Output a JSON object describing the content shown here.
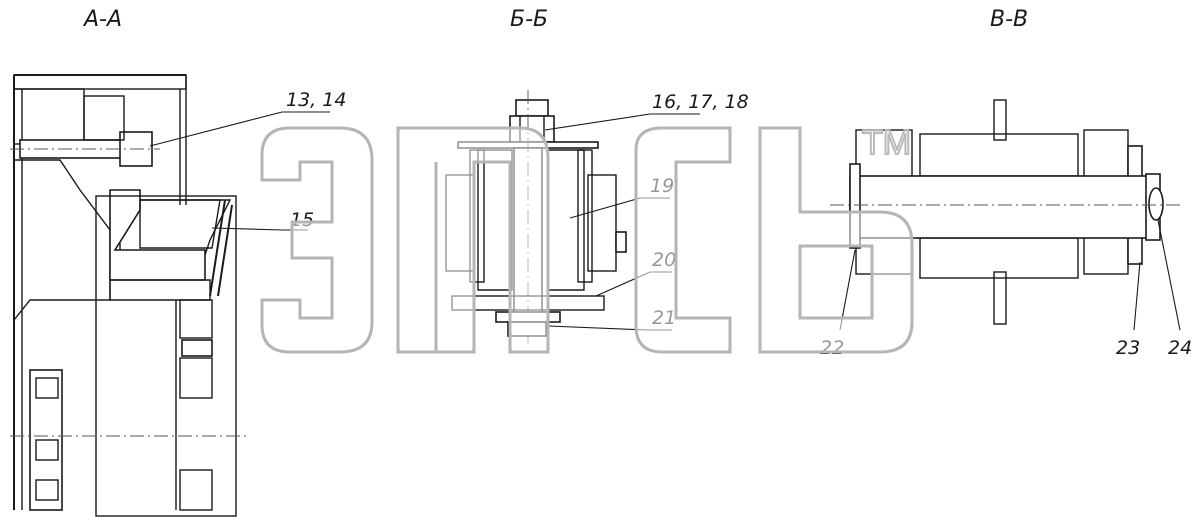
{
  "sections": {
    "a": "А-А",
    "b": "Б-Б",
    "v": "В-В"
  },
  "callouts": {
    "c13_14": "13, 14",
    "c15": "15",
    "c16_17_18": "16, 17, 18",
    "c19": "19",
    "c20": "20",
    "c21": "21",
    "c22": "22",
    "c23": "23",
    "c24": "24"
  },
  "watermark": {
    "trademark": "TM"
  }
}
